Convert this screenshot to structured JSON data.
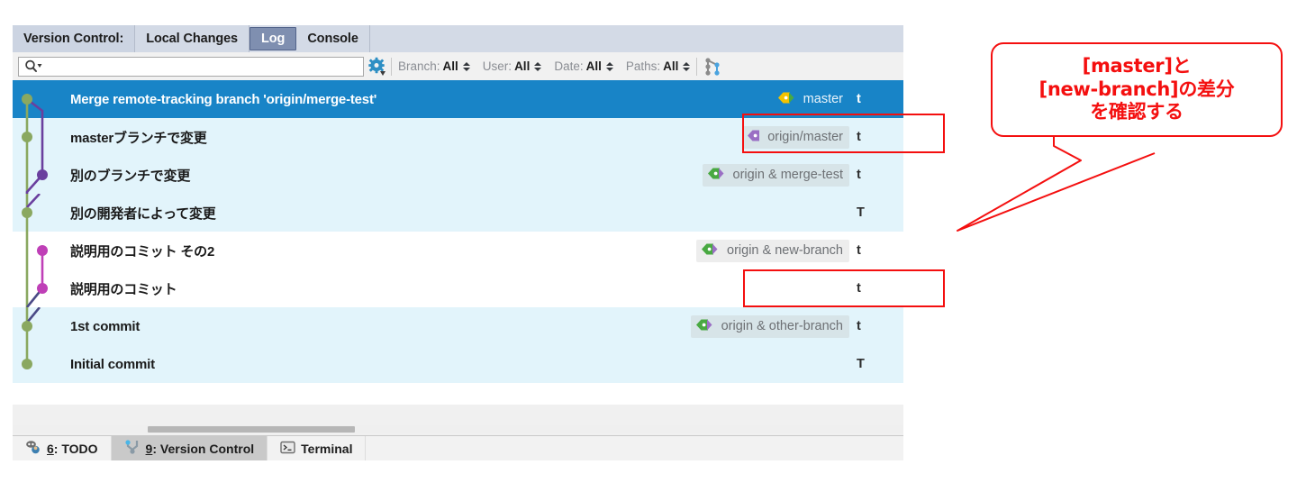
{
  "panel": {
    "tabs": [
      {
        "label": "Version Control:",
        "kind": "title",
        "selected": false
      },
      {
        "label": "Local Changes",
        "kind": "tab",
        "selected": false
      },
      {
        "label": "Log",
        "kind": "tab",
        "selected": true
      },
      {
        "label": "Console",
        "kind": "tab",
        "selected": false
      }
    ]
  },
  "toolbar": {
    "search": {
      "value": "",
      "placeholder": "",
      "icon": "search-icon"
    },
    "settings_icon": "gear-icon",
    "graph_icon": "branch-graph-icon",
    "filters": [
      {
        "label": "Branch:",
        "value": "All"
      },
      {
        "label": "User:",
        "value": "All"
      },
      {
        "label": "Date:",
        "value": "All"
      },
      {
        "label": "Paths:",
        "value": "All"
      }
    ]
  },
  "commits": [
    {
      "subject": "Merge remote-tracking branch 'origin/merge-test'",
      "branch_label": "master",
      "tag_colors": [
        "#f3c200",
        "#49a942"
      ],
      "author": "t",
      "selected": true,
      "stripe": "selected"
    },
    {
      "subject": "masterブランチで変更",
      "branch_label": "origin/master",
      "tag_colors": [
        "#9a6fc4"
      ],
      "author": "t",
      "selected": false,
      "stripe": "alt"
    },
    {
      "subject": "別のブランチで変更",
      "branch_label": "origin & merge-test",
      "tag_colors": [
        "#49a942",
        "#9a6fc4"
      ],
      "author": "t",
      "selected": false,
      "stripe": "alt"
    },
    {
      "subject": "別の開発者によって変更",
      "branch_label": "",
      "tag_colors": [],
      "author": "T",
      "selected": false,
      "stripe": "alt"
    },
    {
      "subject": "説明用のコミット その2",
      "branch_label": "origin & new-branch",
      "tag_colors": [
        "#49a942",
        "#9a6fc4"
      ],
      "author": "t",
      "selected": false,
      "stripe": "white"
    },
    {
      "subject": "説明用のコミット",
      "branch_label": "",
      "tag_colors": [],
      "author": "t",
      "selected": false,
      "stripe": "white"
    },
    {
      "subject": "1st commit",
      "branch_label": "origin & other-branch",
      "tag_colors": [
        "#49a942",
        "#9a6fc4"
      ],
      "author": "t",
      "selected": false,
      "stripe": "alt"
    },
    {
      "subject": "Initial commit",
      "branch_label": "",
      "tag_colors": [],
      "author": "T",
      "selected": false,
      "stripe": "alt"
    }
  ],
  "bottom_bar": {
    "items": [
      {
        "num": "6",
        "label": ": TODO",
        "icon": "todo-icon",
        "active": false
      },
      {
        "num": "9",
        "label": ": Version Control",
        "icon": "version-control-icon",
        "active": true
      },
      {
        "num": "",
        "label": "Terminal",
        "icon": "terminal-icon",
        "active": false
      }
    ]
  },
  "annotation": {
    "callout_lines": [
      "[master]と",
      "[new-branch]の差分",
      "を確認する"
    ],
    "color": "#f40f0f",
    "highlight_boxes": [
      "master-branch-label",
      "new-branch-label"
    ]
  },
  "colors": {
    "selection_blue": "#1884c7",
    "row_alt": "#e2f4fb",
    "graph_green": "#8aa860",
    "graph_purple": "#6a3f9e",
    "graph_magenta": "#bf3fb7",
    "annotation_red": "#f40f0f"
  }
}
